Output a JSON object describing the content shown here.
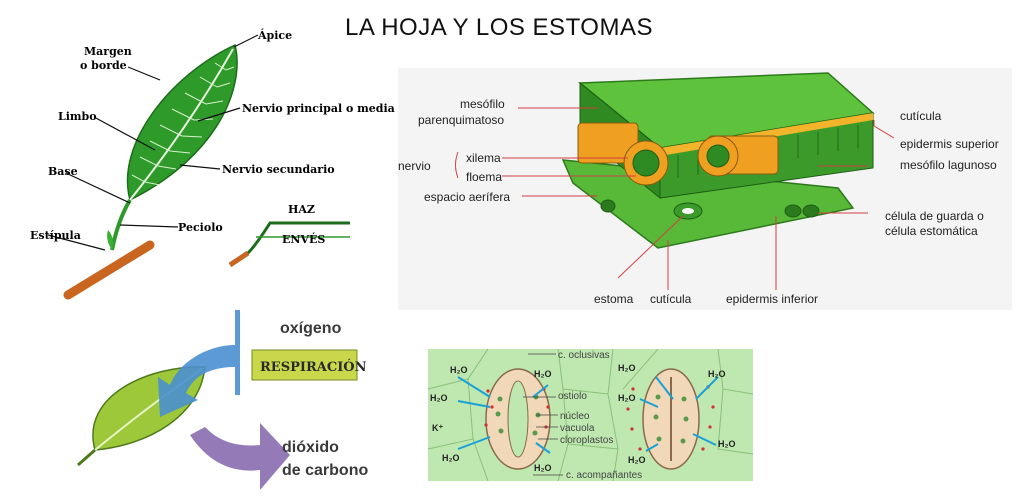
{
  "title": "LA HOJA Y LOS ESTOMAS",
  "leaf_parts": {
    "apex": "Ápice",
    "margin_line1": "Margen",
    "margin_line2": "o borde",
    "blade": "Limbo",
    "main_vein": "Nervio principal o medial",
    "base": "Base",
    "secondary_vein": "Nervio secundario",
    "stipule": "Estípula",
    "petiole": "Peciolo",
    "upper_side": "HAZ",
    "under_side": "ENVÉS"
  },
  "cross_section": {
    "mesophyll_line1": "mesófilo",
    "mesophyll_line2": "parenquimatoso",
    "vein": "nervio",
    "xylem": "xilema",
    "phloem": "floema",
    "air_space": "espacio aerífera",
    "cuticle_top": "cutícula",
    "upper_epidermis": "epidermis superior",
    "spongy_mesophyll": "mesófilo lagunoso",
    "guard_cell_line1": "célula de guarda o",
    "guard_cell_line2": "célula estomática",
    "stoma": "estoma",
    "cuticle_bottom": "cutícula",
    "lower_epidermis": "epidermis inferior"
  },
  "respiration": {
    "oxygen": "oxígeno",
    "process": "RESPIRACIÓN",
    "co2_line1": "dióxido",
    "co2_line2": "de carbono"
  },
  "stomata": {
    "occlusive": "c. oclusivas",
    "ostiole": "ostiolo",
    "nucleus": "núcleo",
    "vacuole": "vacuola",
    "chloroplasts": "cloroplastos",
    "companion": "c. acompañantes",
    "h2o": "H₂O",
    "k": "K⁺"
  },
  "colors": {
    "leaf_green": "#2e9a2a",
    "tissue_green": "#4caf2e",
    "vein_orange": "#f0a020",
    "arrow_blue": "#4a8fd0",
    "arrow_purple": "#8a6bb0",
    "respiration_box": "#c8d84a",
    "stomata_bg": "#bfe8b0",
    "water_arrow": "#1aa0d8"
  }
}
